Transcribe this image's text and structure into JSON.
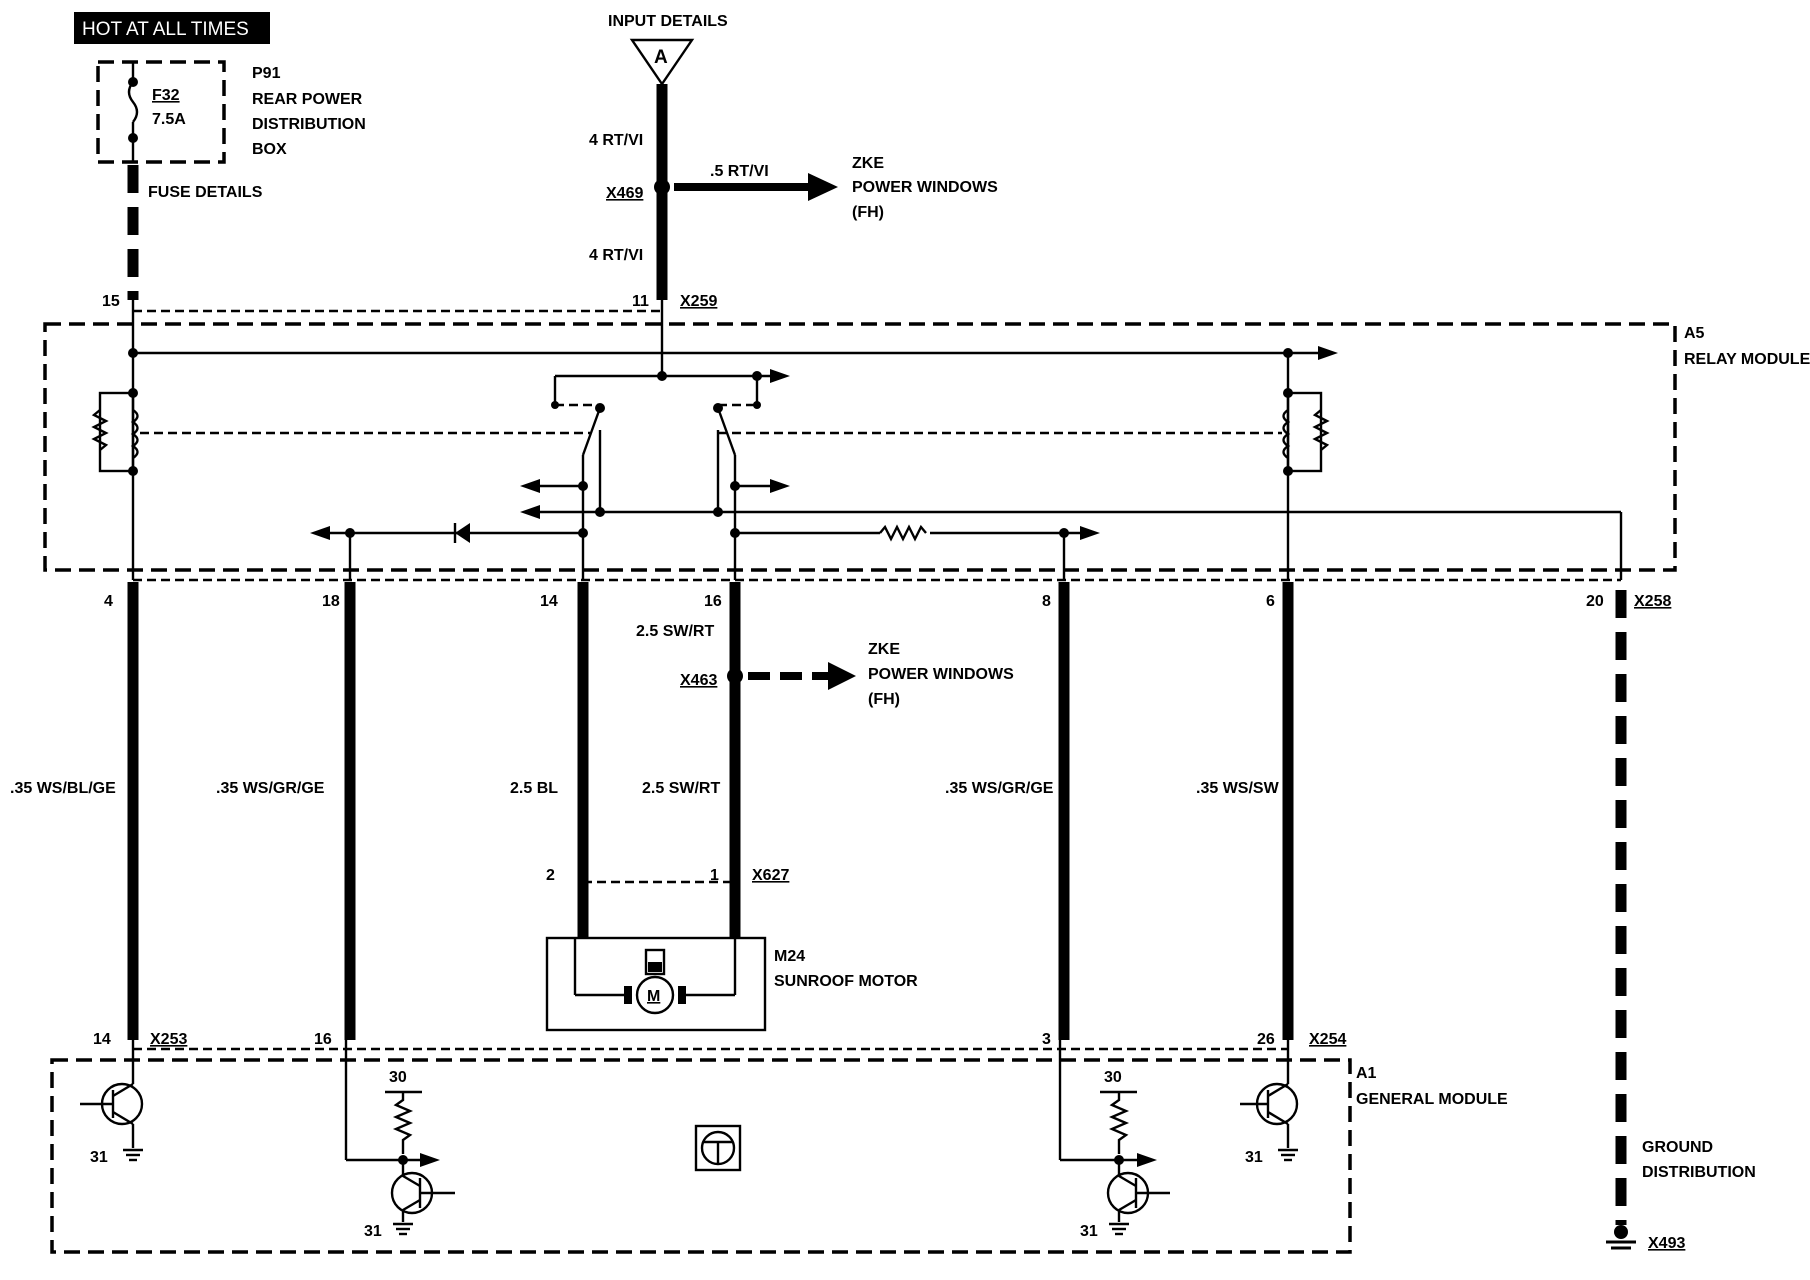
{
  "header": {
    "hot_label": "HOT AT ALL TIMES"
  },
  "fuse": {
    "id": "F32",
    "rating": "7.5A",
    "details": "FUSE DETAILS"
  },
  "p91": {
    "id": "P91",
    "line1": "REAR POWER",
    "line2": "DISTRIBUTION",
    "line3": "BOX"
  },
  "input": {
    "label": "INPUT DETAILS",
    "connector": "A"
  },
  "top_wires": {
    "upper": "4 RT/VI",
    "lower": "4 RT/VI",
    "branch": ".5 RT/VI"
  },
  "splices": {
    "x469": "X469",
    "x463": "X463"
  },
  "zke1": {
    "line1": "ZKE",
    "line2": "POWER WINDOWS",
    "line3": "(FH)"
  },
  "zke2": {
    "line1": "ZKE",
    "line2": "POWER WINDOWS",
    "line3": "(FH)"
  },
  "a5": {
    "id": "A5",
    "name": "RELAY MODULE"
  },
  "connectors": {
    "x259": "X259",
    "x258": "X258",
    "x627": "X627",
    "x253": "X253",
    "x254": "X254",
    "x493": "X493"
  },
  "pins_top": {
    "p15": "15",
    "p11": "11"
  },
  "pins_a5": {
    "p4": "4",
    "p18": "18",
    "p14": "14",
    "p16": "16",
    "p8": "8",
    "p6": "6",
    "p20": "20"
  },
  "wires": {
    "w1": ".35 WS/BL/GE",
    "w2": ".35 WS/GR/GE",
    "w3": "2.5 BL",
    "w4": "2.5 SW/RT",
    "w4top": "2.5 SW/RT",
    "w5": ".35 WS/GR/GE",
    "w6": ".35 WS/SW"
  },
  "motor_pins": {
    "p2": "2",
    "p1": "1"
  },
  "m24": {
    "id": "M24",
    "name": "SUNROOF MOTOR",
    "symbol": "M"
  },
  "a1_pins": {
    "p14": "14",
    "p16": "16",
    "p3": "3",
    "p26": "26"
  },
  "a1": {
    "id": "A1",
    "name": "GENERAL MODULE"
  },
  "terminals": {
    "t30a": "30",
    "t30b": "30",
    "t31a": "31",
    "t31b": "31",
    "t31c": "31",
    "t31d": "31"
  },
  "ground": {
    "line1": "GROUND",
    "line2": "DISTRIBUTION"
  },
  "icons": [
    "fuse-icon",
    "relay-coil-icon",
    "resistor-icon",
    "diode-icon",
    "motor-icon",
    "transistor-icon",
    "ground-icon",
    "arrow-icon",
    "steering-wheel-icon"
  ]
}
